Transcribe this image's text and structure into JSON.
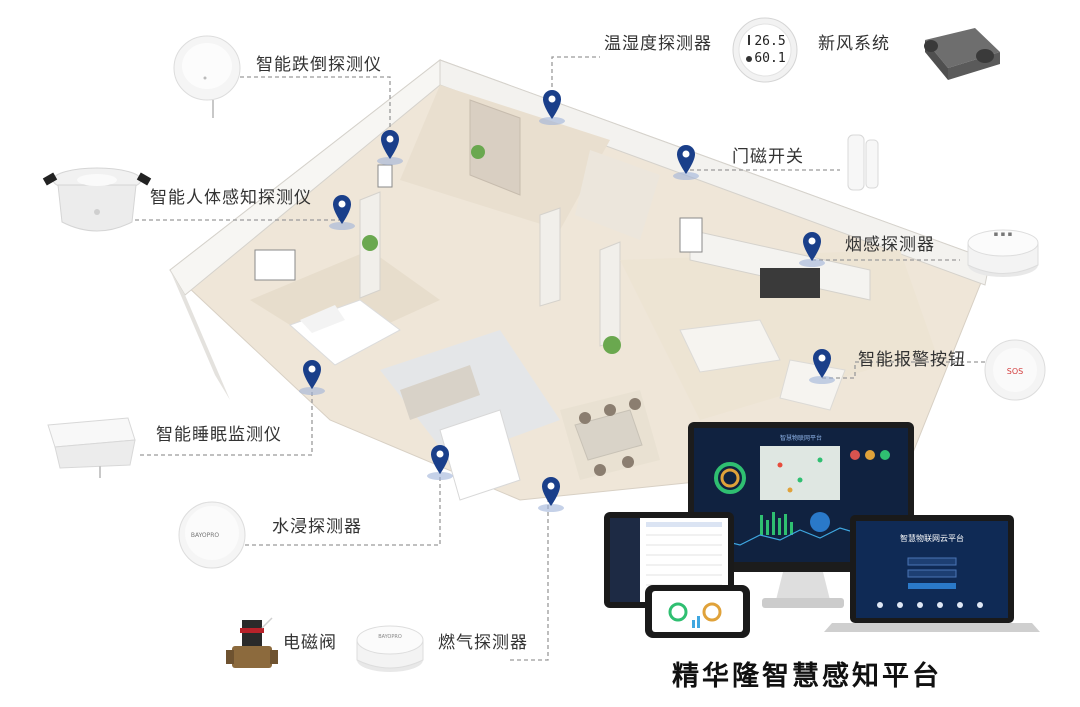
{
  "devices": {
    "fall_detector": "智能跌倒探测仪",
    "temp_humidity": "温湿度探测器",
    "fresh_air": "新风系统",
    "door_sensor": "门磁开关",
    "presence_detector": "智能人体感知探测仪",
    "smoke_detector": "烟感探测器",
    "alarm_button": "智能报警按钮",
    "sleep_monitor": "智能睡眠监测仪",
    "water_detector": "水浸探测器",
    "solenoid_valve": "电磁阀",
    "gas_detector": "燃气探测器"
  },
  "screens": {
    "thermo_temp": "26.5",
    "thermo_hum": "60.1",
    "sos": "SOS",
    "sensor_brand": "BAYOPRO",
    "monitor_title": "智慧物联网平台",
    "laptop_title": "智慧物联网云平台"
  },
  "platform_title": "精华隆智慧感知平台",
  "colors": {
    "pin": "#1a3f8a",
    "line": "#9a9a9a",
    "screen_dark": "#102240"
  }
}
